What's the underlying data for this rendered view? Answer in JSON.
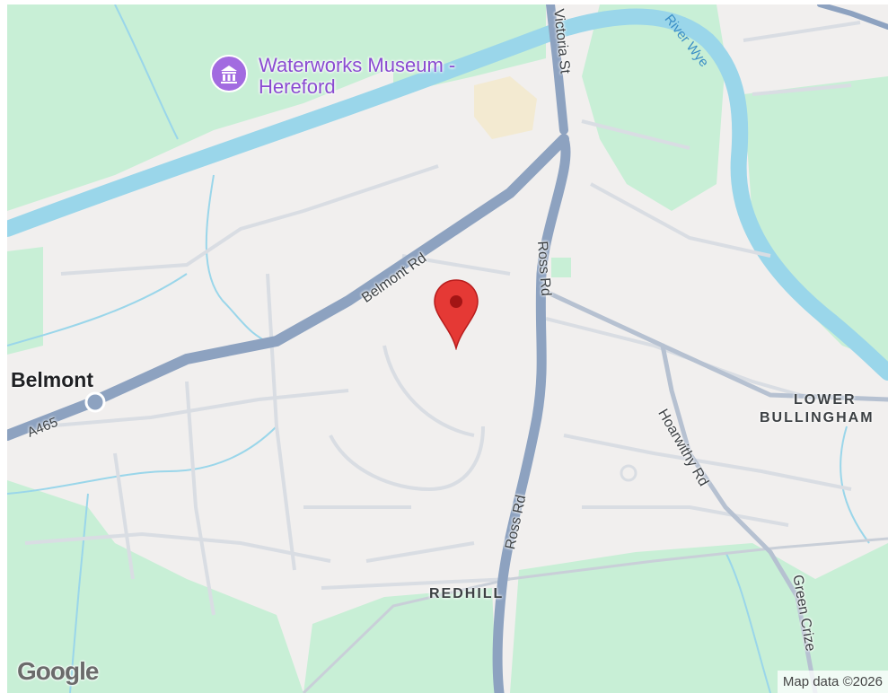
{
  "map": {
    "style": "roadmap",
    "colors": {
      "land": "#f1efee",
      "park": "#c8efd6",
      "water": "#9ad6ea",
      "major_road": "#8da2c0",
      "minor_road": "#d9dde3",
      "poi": "#a26be0",
      "marker": "#e53935"
    },
    "labels": {
      "poi": "Waterworks Museum - Hereford",
      "place_belmont": "Belmont",
      "area_lower_bullingham_1": "LOWER",
      "area_lower_bullingham_2": "BULLINGHAM",
      "area_redhill": "REDHILL",
      "river_wye": "River Wye",
      "road_victoria_st": "Victoria St",
      "road_belmont_rd": "Belmont Rd",
      "road_ross_rd_north": "Ross Rd",
      "road_ross_rd_south": "Ross Rd",
      "road_hoarwithy_rd": "Hoarwithy Rd",
      "road_green_crize": "Green Crize",
      "road_a465": "A465"
    },
    "icons": {
      "poi_icon": "museum-icon",
      "marker_icon": "location-pin-icon"
    },
    "logo": "Google",
    "attribution": "Map data ©2026"
  }
}
